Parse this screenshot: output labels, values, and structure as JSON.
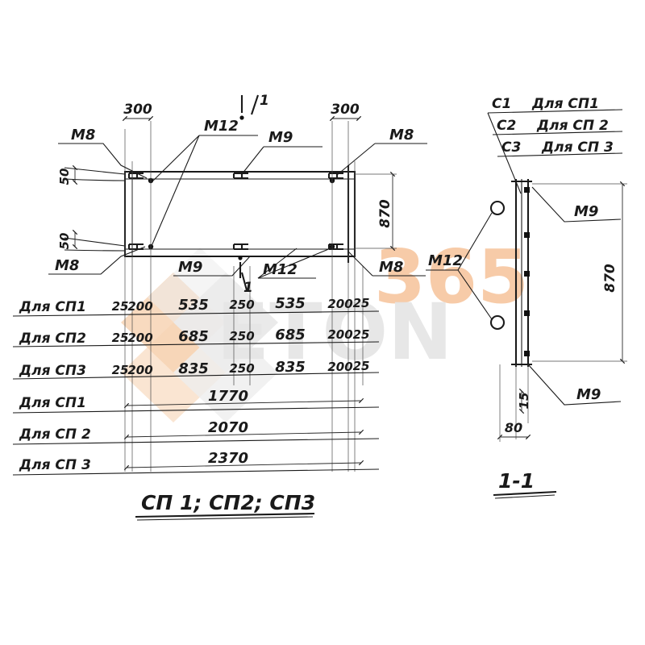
{
  "drawing": {
    "main_view_title": "СП 1; СП2; СП3",
    "section_view_title": "1-1",
    "section_marker": "1",
    "section_marker_2": "1"
  },
  "main_view": {
    "top_dim_left": "300",
    "top_dim_right": "300",
    "right_dim": "870",
    "left_dims": [
      "50",
      "50"
    ],
    "callouts_top": [
      {
        "label": "M8"
      },
      {
        "label": "M12"
      },
      {
        "label": "M9"
      },
      {
        "label": "M8"
      }
    ],
    "callouts_bottom": [
      {
        "label": "M8"
      },
      {
        "label": "M9"
      },
      {
        "label": "M12"
      },
      {
        "label": "M8"
      }
    ]
  },
  "dimension_table": {
    "rows": [
      {
        "label": "Для СП1",
        "cells": [
          "25",
          "200",
          "535",
          "250",
          "535",
          "200",
          "25"
        ]
      },
      {
        "label": "Для СП2",
        "cells": [
          "25",
          "200",
          "685",
          "250",
          "685",
          "200",
          "25"
        ]
      },
      {
        "label": "Для СП3",
        "cells": [
          "25",
          "200",
          "835",
          "250",
          "835",
          "200",
          "25"
        ]
      }
    ],
    "totals": [
      {
        "label": "Для СП1",
        "value": "1770"
      },
      {
        "label": "Для СП 2",
        "value": "2070"
      },
      {
        "label": "Для СП 3",
        "value": "2370"
      }
    ]
  },
  "section_view": {
    "legend": [
      {
        "code": "С1",
        "text": "Для СП1"
      },
      {
        "code": "С2",
        "text": "Для СП 2"
      },
      {
        "code": "С3",
        "text": "Для СП 3"
      }
    ],
    "callout_left": "M12",
    "callout_right_top": "M9",
    "callout_right_bottom": "M9",
    "dim_right": "870",
    "dim_thin": "15",
    "dim_base": "80"
  },
  "watermark": {
    "text_365": "365",
    "text_eton": "ETON",
    "color_orange": "#f5c9a8",
    "color_gray": "#e3e3e3"
  }
}
